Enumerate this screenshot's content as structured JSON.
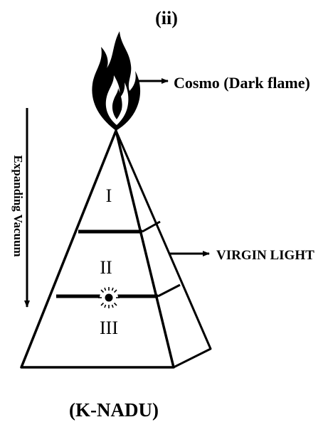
{
  "figure": {
    "panel_label": "(ii)",
    "caption": "(K-NADU)"
  },
  "labels": {
    "flame": "Cosmo (Dark flame)",
    "side": "VIRGIN LIGHT",
    "vertical": "Expanding Vacuum"
  },
  "regions": [
    "I",
    "II",
    "III"
  ],
  "icons": {
    "flame": "dark-flame-icon",
    "light_point": "radiant-point-icon"
  }
}
